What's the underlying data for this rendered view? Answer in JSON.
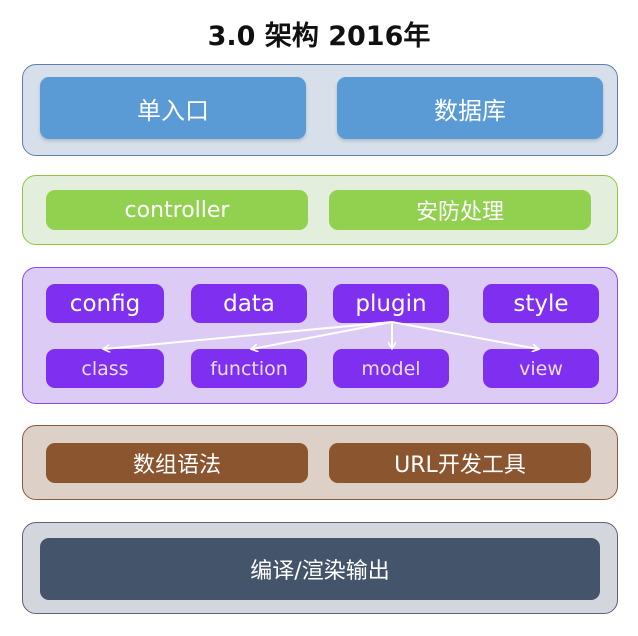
{
  "title": "3.0 架构 2016年",
  "layer1": {
    "left": "单入口",
    "right": "数据库"
  },
  "layer2": {
    "left": "controller",
    "right": "安防处理"
  },
  "layer3": {
    "top_row": [
      "config",
      "data",
      "plugin",
      "style"
    ],
    "bottom_row": [
      "class",
      "function",
      "model",
      "view"
    ]
  },
  "layer4": {
    "left": "数组语法",
    "right": "URL开发工具"
  },
  "layer5": {
    "label": "编译/渲染输出"
  },
  "colors": {
    "layer1_fill": "#5b9bd5",
    "layer2_fill": "#92d050",
    "layer3_fill": "#7f2ff0",
    "layer4_fill": "#8b5530",
    "layer5_fill": "#44546a"
  }
}
